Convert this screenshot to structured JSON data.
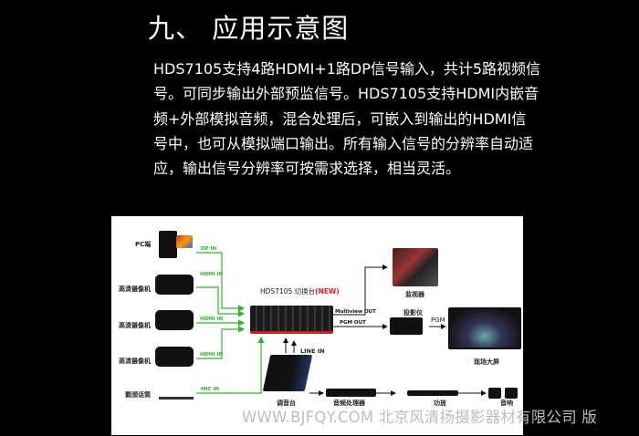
{
  "section_title": "九、 应用示意图",
  "paragraph_lines": [
    "HDS7105支持4路HDMI+1路DP信号输入，共计5路视频信",
    "号。可同步输出外部预监信号。HDS7105支持HDMI内嵌音",
    "频+外部模拟音频，混合处理后，可嵌入到输出的HDMI信",
    "号中，也可从模拟端口输出。所有输入信号的分辨率自动适",
    "应，输出信号分辨率可按需求选择，相当灵活。"
  ],
  "diagram": {
    "switcher_title": "HDS7105 切换台",
    "switcher_new": "(NEW)",
    "sources": [
      {
        "label": "PC端",
        "port": "DP IN"
      },
      {
        "label": "高清摄像机",
        "port": "HDMI IN"
      },
      {
        "label": "高清摄像机",
        "port": "HDMI IN"
      },
      {
        "label": "高清摄像机",
        "port": "HDMI IN"
      },
      {
        "label": "鹅颈话筒",
        "port": "MIC IN"
      }
    ],
    "multiview_out": "Multiview OUT",
    "pgm_out": "PGM OUT",
    "line_in": "LINE IN",
    "pgm": "PGM",
    "monitor": "监视器",
    "projector": "投影仪",
    "big_screen": "现场大屏",
    "mixer": "调音台",
    "audio_processor": "音频处理器",
    "amplifier": "功放",
    "speakers": "音响",
    "colors": {
      "input_line": "#2fb62f",
      "new_accent": "#e02020",
      "output_line": "#111111"
    }
  },
  "watermark": "WWW.BJFQY.COM 北京风清扬摄影器材有限公司 版"
}
